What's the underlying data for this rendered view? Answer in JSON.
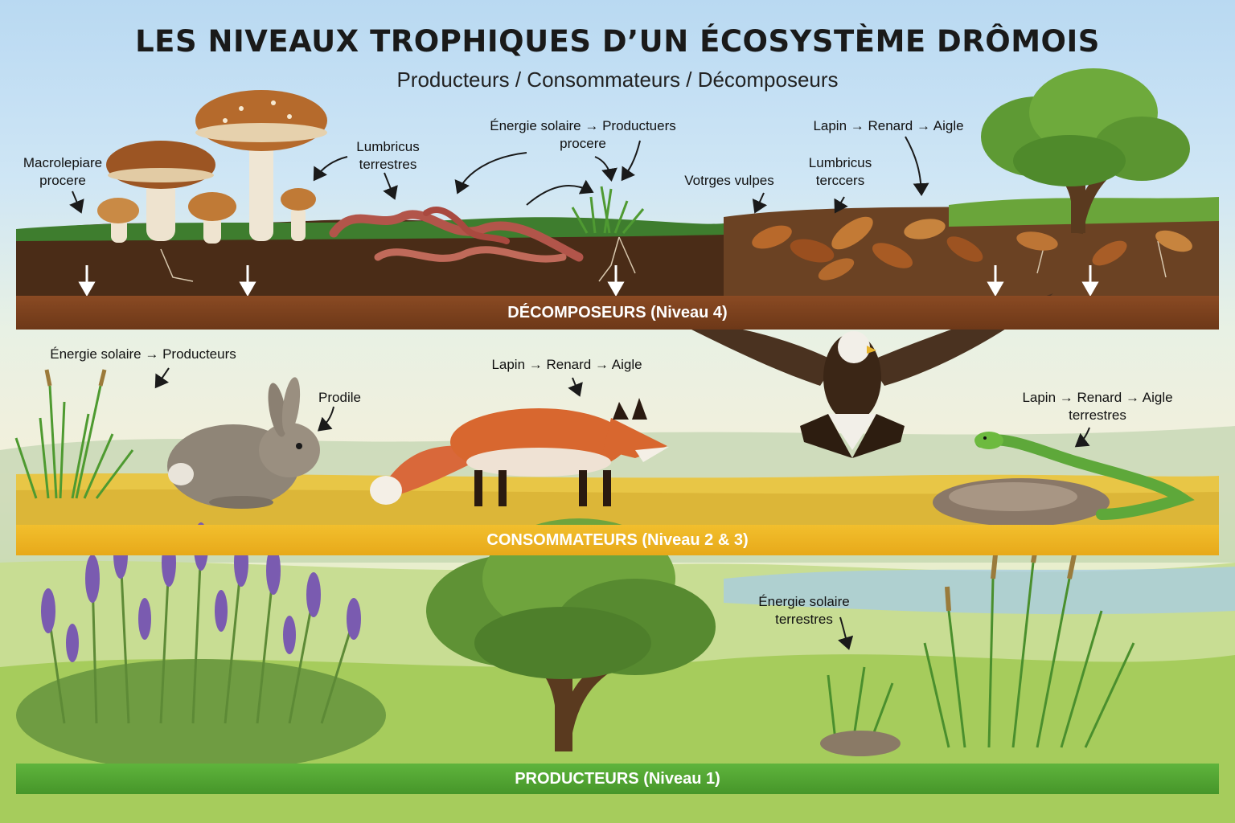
{
  "header": {
    "title": "LES NIVEAUX TROPHIQUES D’UN ÉCOSYSTÈME DRÔMOIS",
    "subtitle": "Producteurs / Consommateurs / Décomposeurs"
  },
  "bands": {
    "decomposers": "DÉCOMPOSEURS (Niveau 4)",
    "consumers": "CONSOMMATEURS (Niveau 2 & 3)",
    "producers": "PRODUCTEURS (Niveau 1)"
  },
  "labels": {
    "decomp_macrolepiota": "Macrolepiare\nprocere",
    "decomp_lumbricus_1": "Lumbricus\nterrestres",
    "decomp_energy": "Énergie solaire → Productuers\nprocere",
    "decomp_chain": "Lapin → Renard → Aigle",
    "decomp_vulpes": "Votrges vulpes",
    "decomp_lumbricus_2": "Lumbricus\nterccers",
    "cons_energy": "Énergie solaire → Producteurs",
    "cons_prodile": "Prodile",
    "cons_chain_1": "Lapin → Renard → Aigle",
    "cons_chain_2": "Lapin → Renard → Aigle\nterrestres",
    "prod_energy": "Énergie solaire\nterrestres"
  },
  "colors": {
    "decomposers_band": "#7a3f1d",
    "consumers_band": "#ebb021",
    "producers_band": "#52a533"
  }
}
